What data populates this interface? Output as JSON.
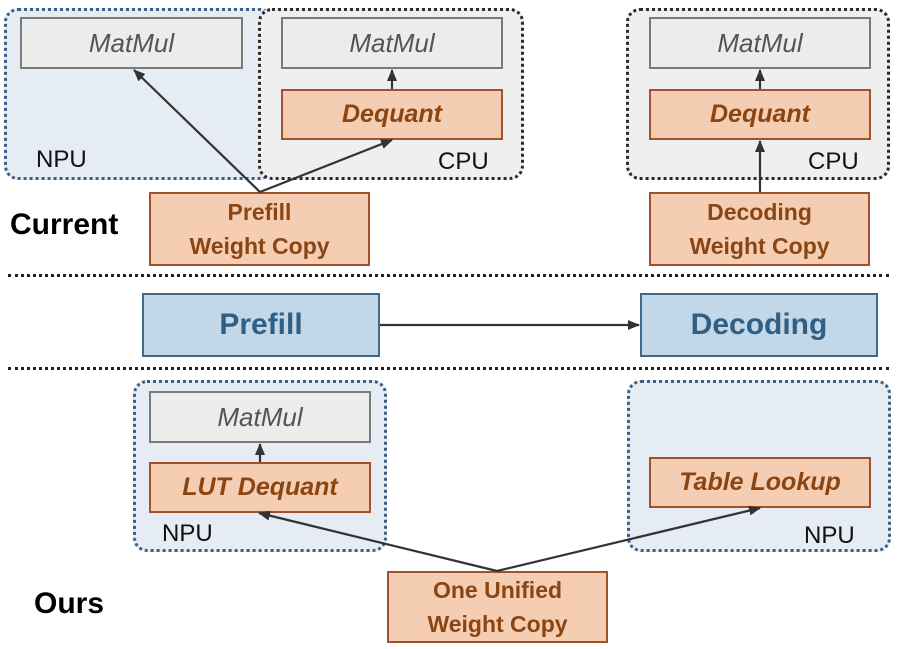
{
  "current": {
    "row_label": "Current",
    "npu_region": {
      "tag": "NPU",
      "matmul": "MatMul"
    },
    "cpu_region_prefill": {
      "tag": "CPU",
      "matmul": "MatMul",
      "dequant": "Dequant"
    },
    "cpu_region_decoding": {
      "tag": "CPU",
      "matmul": "MatMul",
      "dequant": "Dequant"
    },
    "prefill_copy": [
      "Prefill",
      "Weight Copy"
    ],
    "decoding_copy": [
      "Decoding",
      "Weight Copy"
    ]
  },
  "phases": {
    "prefill": "Prefill",
    "decoding": "Decoding"
  },
  "ours": {
    "row_label": "Ours",
    "npu_region_prefill": {
      "tag": "NPU",
      "matmul": "MatMul",
      "lut_dequant": "LUT Dequant"
    },
    "npu_region_decoding": {
      "tag": "NPU",
      "table_lookup": "Table Lookup"
    },
    "unified_copy": [
      "One Unified",
      "Weight Copy"
    ]
  },
  "colors": {
    "npu_fill": "#e6ecf3",
    "cpu_fill": "#efefef",
    "weight_fill": "#f4cdb2",
    "weight_text": "#8b4513",
    "phase_fill": "#c2d8e8",
    "phase_text": "#2f5f85"
  }
}
